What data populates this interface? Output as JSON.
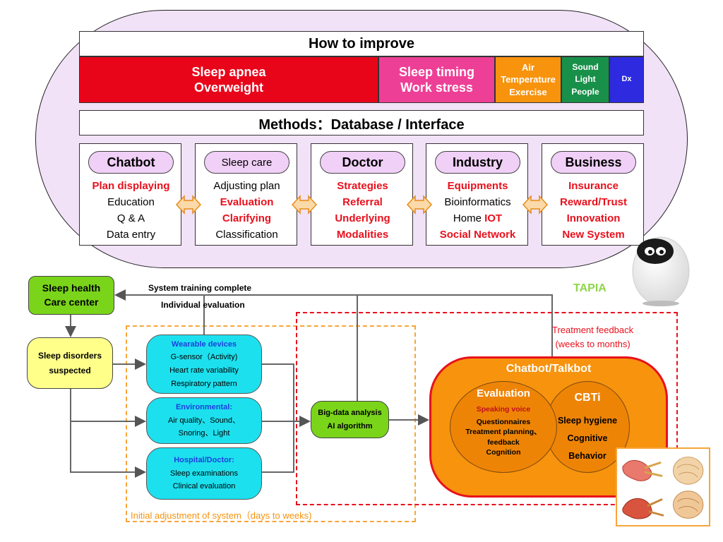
{
  "top": {
    "how_title": "How to improve",
    "categories": [
      {
        "lines": [
          "Sleep apnea",
          "Overweight"
        ],
        "color": "#e8051a"
      },
      {
        "lines": [
          "Sleep timing",
          "Work stress"
        ],
        "color": "#ee3f97"
      },
      {
        "lines": [
          "Air",
          "Temperature",
          "Exercise"
        ],
        "color": "#f7930d"
      },
      {
        "lines": [
          "Sound",
          "Light",
          "People"
        ],
        "color": "#18904a"
      },
      {
        "lines": [
          "Dx"
        ],
        "color": "#2d2ae0"
      }
    ],
    "methods_title": "Methods：Database / Interface",
    "methods": [
      {
        "title": "Chatbot",
        "items": [
          {
            "text": "Plan displaying",
            "red": true
          },
          {
            "text": "Education",
            "red": false
          },
          {
            "text": "Q & A",
            "red": false
          },
          {
            "text": "Data entry",
            "red": false
          }
        ]
      },
      {
        "title": "Sleep care",
        "items": [
          {
            "text": "Adjusting plan",
            "red": false
          },
          {
            "text": "Evaluation",
            "red": true
          },
          {
            "text": "Clarifying",
            "red": true
          },
          {
            "text": "Classification",
            "red": false
          }
        ]
      },
      {
        "title": "Doctor",
        "items": [
          {
            "text": "Strategies",
            "red": true
          },
          {
            "text": "Referral",
            "red": true
          },
          {
            "text": "Underlying",
            "red": true
          },
          {
            "text": "Modalities",
            "red": true
          }
        ]
      },
      {
        "title": "Industry",
        "items": [
          {
            "text": "Equipments",
            "red": true
          },
          {
            "text": "Bioinformatics",
            "red": false
          },
          {
            "text": "Home ",
            "red": false,
            "suffix": "IOT"
          },
          {
            "text": "Social Network",
            "red": true
          }
        ]
      },
      {
        "title": "Business",
        "items": [
          {
            "text": "Insurance",
            "red": true
          },
          {
            "text": "Reward/Trust",
            "red": true
          },
          {
            "text": "Innovation",
            "red": true
          },
          {
            "text": "New System",
            "red": true
          }
        ]
      }
    ]
  },
  "robot_label": "TAPIA",
  "flow": {
    "care_center": [
      "Sleep health",
      "Care center"
    ],
    "suspected": [
      "Sleep disorders",
      "suspected"
    ],
    "wearable": {
      "title": "Wearable devices",
      "lines": [
        "G-sensor（Activity)",
        "Heart rate variability",
        "Respiratory pattern"
      ]
    },
    "environmental": {
      "title": "Environmental:",
      "lines": [
        "Air quality、Sound、",
        "Snoring、Light"
      ]
    },
    "hospital": {
      "title": "Hospital/Doctor:",
      "lines": [
        "Sleep examinations",
        "Clinical evaluation"
      ]
    },
    "bigdata": [
      "Big-data analysis",
      "AI algorithm"
    ],
    "label_training": "System training complete",
    "label_individual": "Individual evaluation",
    "label_feedback": [
      "Treatment feedback",
      "(weeks to months)"
    ],
    "label_initial": "Initial adjustment of system（days to weeks)",
    "chatbot_title": "Chatbot/Talkbot",
    "evaluation": {
      "title": "Evaluation",
      "highlight": "Speaking voice",
      "lines": [
        "Questionnaires",
        "Treatment planning、",
        "feedback",
        "Cognition"
      ]
    },
    "cbti": {
      "title": "CBTi",
      "lines": [
        "Sleep hygiene",
        "Cognitive",
        "Behavior"
      ]
    }
  }
}
